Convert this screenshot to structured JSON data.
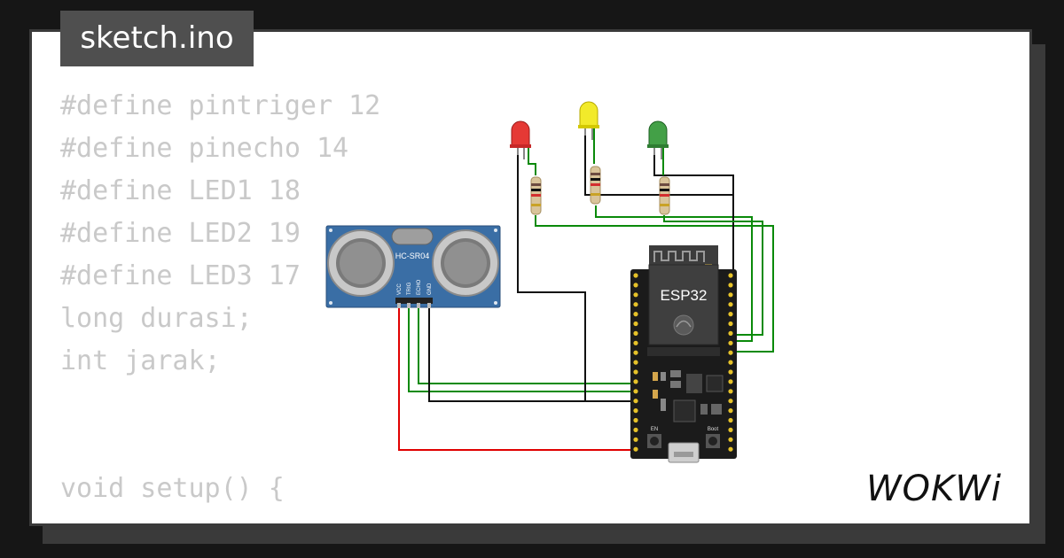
{
  "file_tab": {
    "label": "sketch.ino"
  },
  "code_lines": [
    "#define pintriger 12",
    "#define pinecho 14",
    "#define LED1 18",
    "#define LED2 19",
    "#define LED3 17",
    "long durasi;",
    "int jarak;",
    "",
    "",
    "void setup() {"
  ],
  "sensor": {
    "label": "HC-SR04",
    "pins": [
      "VCC",
      "TRIG",
      "ECHO",
      "GND"
    ]
  },
  "board": {
    "label": "ESP32",
    "buttons": [
      "EN",
      "Boot"
    ]
  },
  "leds": [
    {
      "color": "#e53935"
    },
    {
      "color": "#f2ea2a"
    },
    {
      "color": "#43a047"
    }
  ],
  "logo": {
    "text": "WOKWi"
  },
  "colors": {
    "wire_green": "#0a8a0a",
    "wire_black": "#111111",
    "wire_red": "#e00000",
    "board": "#1b1b1b",
    "sensor": "#3a6ea5"
  }
}
